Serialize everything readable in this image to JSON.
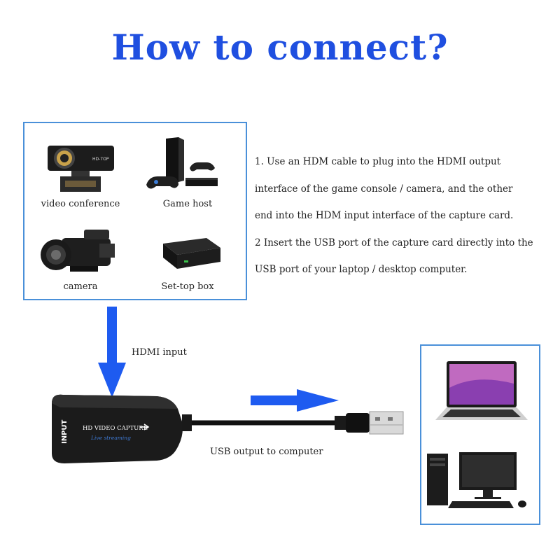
{
  "title": "How to connect?",
  "devices": [
    {
      "label": "video conference",
      "icon": "webcam-icon"
    },
    {
      "label": "Game host",
      "icon": "game-console-icon"
    },
    {
      "label": "camera",
      "icon": "camcorder-icon"
    },
    {
      "label": "Set-top box",
      "icon": "settop-box-icon"
    }
  ],
  "instructions": [
    "1. Use an HDM cable to plug into the HDMI output",
    "interface of the game console / camera, and the other",
    "end into the HDM input interface of the capture card.",
    "2 Insert the USB port of the capture card directly into the",
    "USB port of your laptop / desktop computer."
  ],
  "hdmi_label": "HDMI input",
  "usb_label": "USB output to computer",
  "capture_card": {
    "port_label": "INPUT",
    "product_label": "HD VIDEO CAPTURE",
    "tagline": "Live streaming"
  },
  "webcam_badge": "HD-7OP",
  "colors": {
    "title": "#1f4fe0",
    "arrow": "#1e5bf0",
    "box_border": "#4a90d9"
  }
}
